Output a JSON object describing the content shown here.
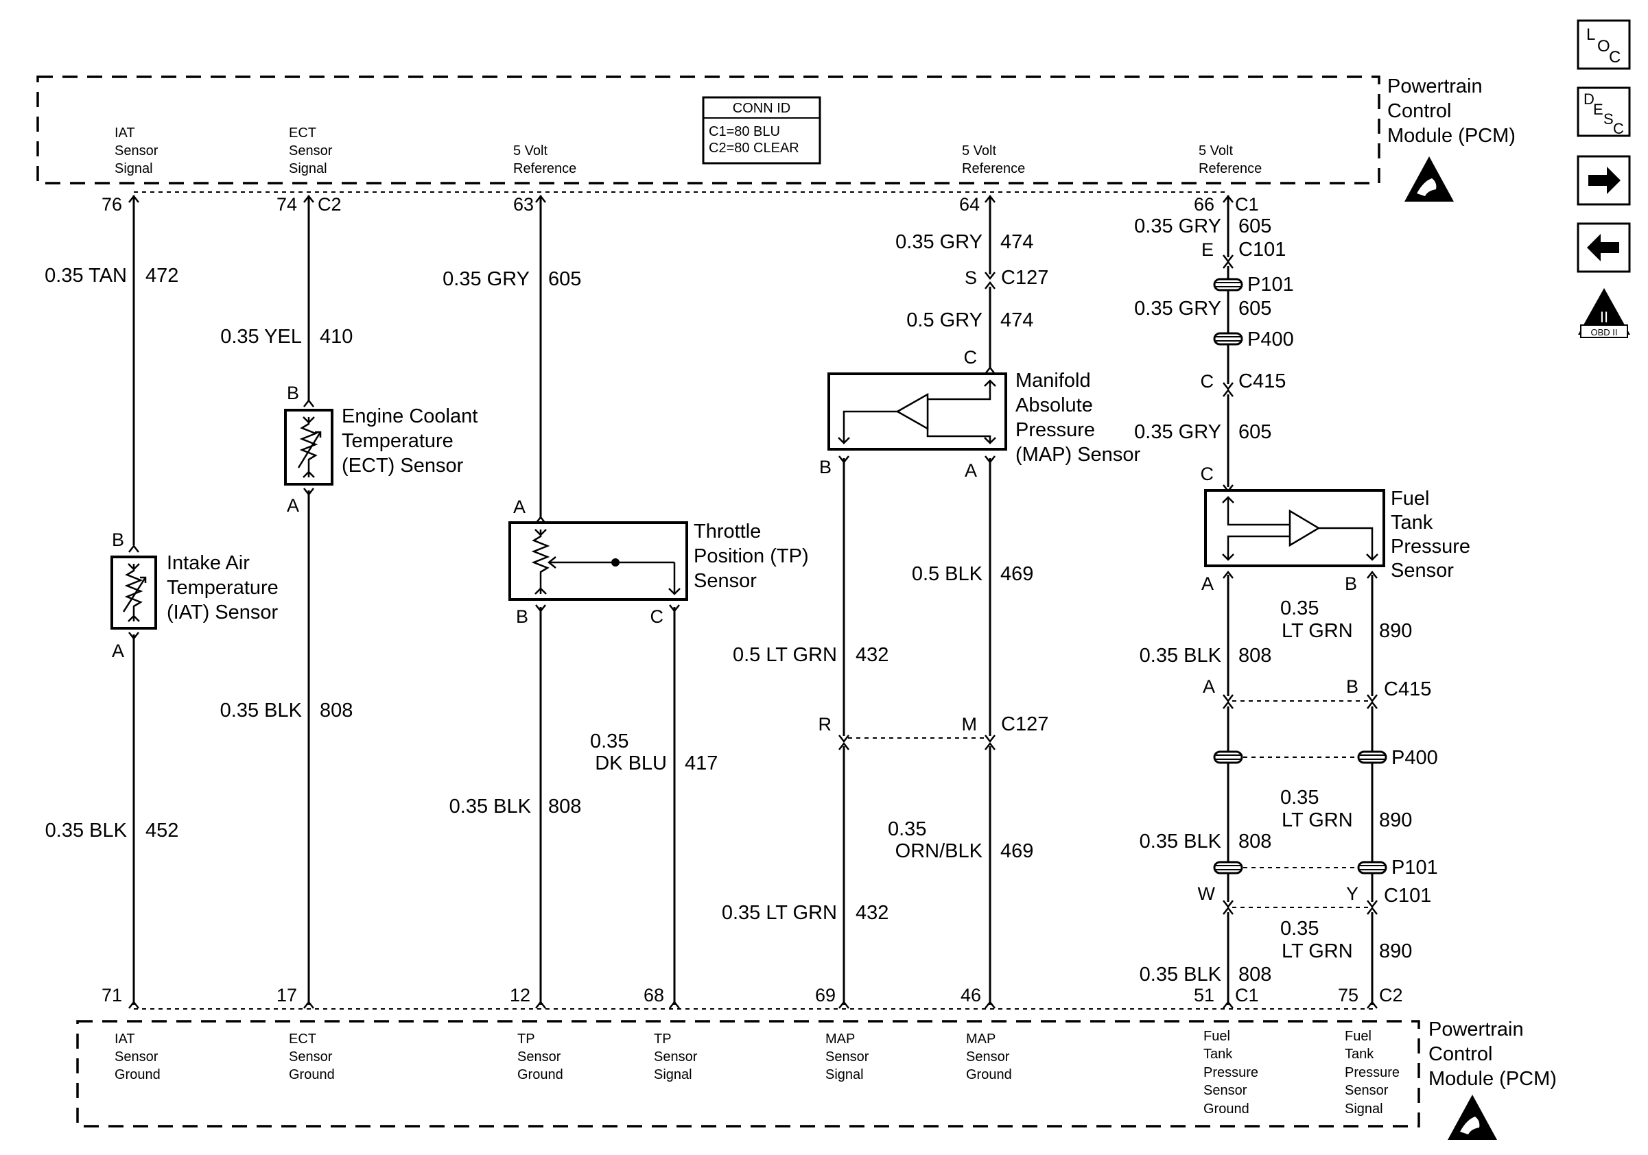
{
  "pcm": {
    "name_line1": "Powertrain",
    "name_line2": "Control",
    "name_line3": "Module (PCM)",
    "conn_id": {
      "title": "CONN ID",
      "line1": "C1=80 BLU",
      "line2": "C2=80 CLEAR"
    },
    "top_labels": [
      [
        "IAT",
        "Sensor",
        "Signal"
      ],
      [
        "ECT",
        "Sensor",
        "Signal"
      ],
      [
        "5 Volt",
        "Reference"
      ],
      [
        "5 Volt",
        "Reference"
      ],
      [
        "5 Volt",
        "Reference"
      ]
    ],
    "bottom_labels": [
      [
        "IAT",
        "Sensor",
        "Ground"
      ],
      [
        "ECT",
        "Sensor",
        "Ground"
      ],
      [
        "TP",
        "Sensor",
        "Ground"
      ],
      [
        "TP",
        "Sensor",
        "Signal"
      ],
      [
        "MAP",
        "Sensor",
        "Signal"
      ],
      [
        "MAP",
        "Sensor",
        "Ground"
      ],
      [
        "Fuel",
        "Tank",
        "Pressure",
        "Sensor",
        "Ground"
      ],
      [
        "Fuel",
        "Tank",
        "Pressure",
        "Sensor",
        "Signal"
      ]
    ]
  },
  "pins": {
    "top": [
      "76",
      "74",
      "C2",
      "63",
      "64",
      "66",
      "C1"
    ],
    "bottom": [
      "71",
      "17",
      "12",
      "68",
      "69",
      "46",
      "51",
      "C1",
      "75",
      "C2"
    ]
  },
  "wires": {
    "iat_top_gauge": "0.35 TAN",
    "iat_top_circuit": "472",
    "iat_bot_gauge": "0.35 BLK",
    "iat_bot_circuit": "452",
    "ect_top_gauge": "0.35 YEL",
    "ect_top_circuit": "410",
    "ect_bot_gauge": "0.35 BLK",
    "ect_bot_circuit": "808",
    "tp_ref_gauge": "0.35 GRY",
    "tp_ref_circuit": "605",
    "tp_gnd_gauge": "0.35 BLK",
    "tp_gnd_circuit": "808",
    "tp_sig_gauge1": "0.35",
    "tp_sig_gauge2": "DK BLU",
    "tp_sig_circuit": "417",
    "map_ref1_gauge": "0.35 GRY",
    "map_ref1_circuit": "474",
    "map_ref2_gauge": "0.5 GRY",
    "map_ref2_circuit": "474",
    "map_sig1_gauge": "0.5 LT GRN",
    "map_sig1_circuit": "432",
    "map_sig2_gauge": "0.35 LT GRN",
    "map_sig2_circuit": "432",
    "map_gnd1_gauge": "0.5 BLK",
    "map_gnd1_circuit": "469",
    "map_gnd2_gauge1": "0.35",
    "map_gnd2_gauge2": "ORN/BLK",
    "map_gnd2_circuit": "469",
    "ft_ref1_gauge": "0.35 GRY",
    "ft_ref1_circuit": "605",
    "ft_ref2_gauge": "0.35 GRY",
    "ft_ref2_circuit": "605",
    "ft_ref3_gauge": "0.35 GRY",
    "ft_ref3_circuit": "605",
    "ft_gnd_gauge": "0.35 BLK",
    "ft_gnd_circuit": "808",
    "ft_sig_gauge1": "0.35",
    "ft_sig_gauge2": "LT GRN",
    "ft_sig_circuit": "890"
  },
  "connectors": {
    "c101": "C101",
    "c127": "C127",
    "c415": "C415",
    "p101": "P101",
    "p400": "P400",
    "letters": [
      "B",
      "A",
      "B",
      "A",
      "A",
      "B",
      "C",
      "C",
      "B",
      "A",
      "R",
      "M",
      "S",
      "E",
      "C",
      "C",
      "A",
      "B",
      "A",
      "B",
      "W",
      "Y"
    ]
  },
  "components": {
    "ect": [
      "Engine Coolant",
      "Temperature",
      "(ECT) Sensor"
    ],
    "iat": [
      "Intake Air",
      "Temperature",
      "(IAT) Sensor"
    ],
    "tp": [
      "Throttle",
      "Position (TP)",
      "Sensor"
    ],
    "map": [
      "Manifold",
      "Absolute",
      "Pressure",
      "(MAP) Sensor"
    ],
    "ftp": [
      "Fuel",
      "Tank",
      "Pressure",
      "Sensor"
    ]
  },
  "side_icons": [
    "loc-icon",
    "desc-icon",
    "next-arrow-icon",
    "prev-arrow-icon",
    "obd-ii-icon"
  ],
  "side_icon_text": {
    "loc": [
      "L",
      "O",
      "C"
    ],
    "desc": [
      "D",
      "E",
      "S",
      "C"
    ],
    "obd_numeral": "II",
    "obd_label": "OBD II"
  }
}
